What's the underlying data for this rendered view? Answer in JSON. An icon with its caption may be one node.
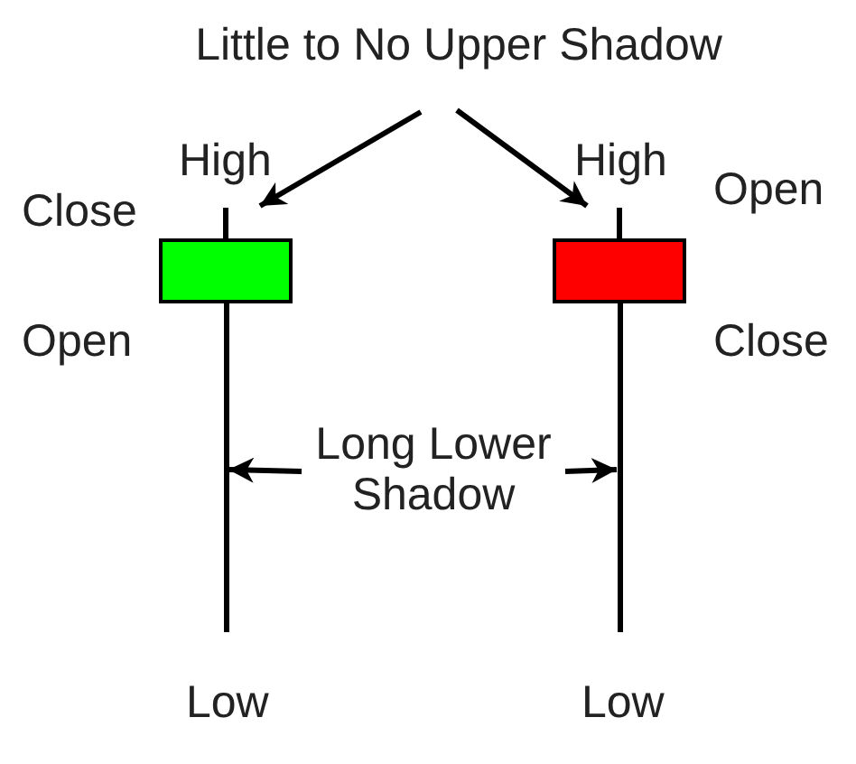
{
  "diagram": {
    "nodes": [
      {
        "text": [
          "Little to No Upper Shadow"
        ]
      },
      {
        "text": [],
        "shape": "candlestick",
        "beside": [
          "High",
          "Close",
          "Open"
        ]
      },
      {
        "text": [],
        "shape": "line",
        "beside": [
          "Low"
        ]
      },
      {
        "text": [],
        "shape": "candlestick",
        "beside": [
          "High",
          "Open",
          "Close"
        ]
      },
      {
        "text": [],
        "shape": "line",
        "beside": [
          "Low"
        ]
      },
      {
        "text": [
          "Long Lower Shadow"
        ]
      }
    ],
    "edges": [
      {
        "from": 0,
        "to": 1,
        "arrow": "to"
      },
      {
        "from": 0,
        "to": 3,
        "arrow": "to"
      },
      {
        "from": 5,
        "to": 2,
        "arrow": "to"
      },
      {
        "from": 5,
        "to": 4,
        "arrow": "to"
      }
    ]
  }
}
